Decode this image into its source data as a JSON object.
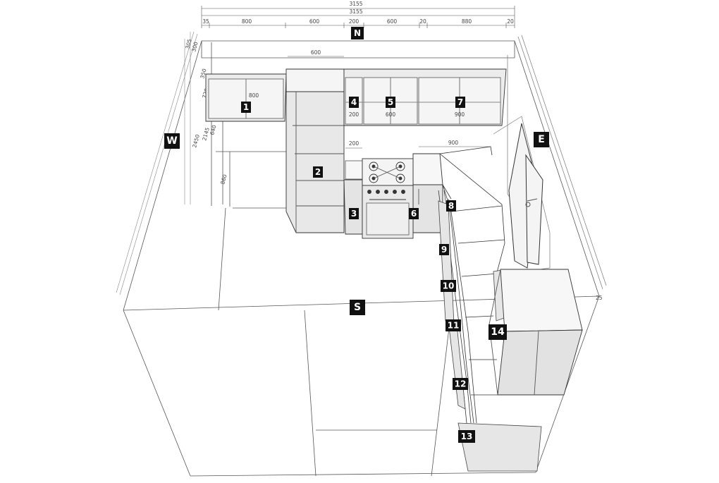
{
  "compass": {
    "north": "N",
    "south": "S",
    "west": "W",
    "east": "E"
  },
  "dimensions_top": {
    "overall_1": "3155",
    "overall_2": "3155",
    "segments": [
      "35",
      "800",
      "600",
      "200",
      "600",
      "20",
      "880",
      "20"
    ]
  },
  "dimensions_upper": {
    "tall_width": "600",
    "cab1_width": "800",
    "cab4_width": "200",
    "cab5_width": "600",
    "cab7_width": "900",
    "niche_width": "200",
    "counter_right": "900"
  },
  "dimensions_left": [
    "305",
    "300",
    "350",
    "2450",
    "2145",
    "640",
    "860",
    "720"
  ],
  "dimensions_right": [
    "25"
  ],
  "modules": [
    "1",
    "2",
    "3",
    "4",
    "5",
    "6",
    "7",
    "8",
    "9",
    "10",
    "11",
    "12",
    "13",
    "14"
  ],
  "colors": {
    "line": "#333333",
    "light": "#9a9a9a",
    "fill": "#e6e6e6",
    "label": "#111111"
  }
}
